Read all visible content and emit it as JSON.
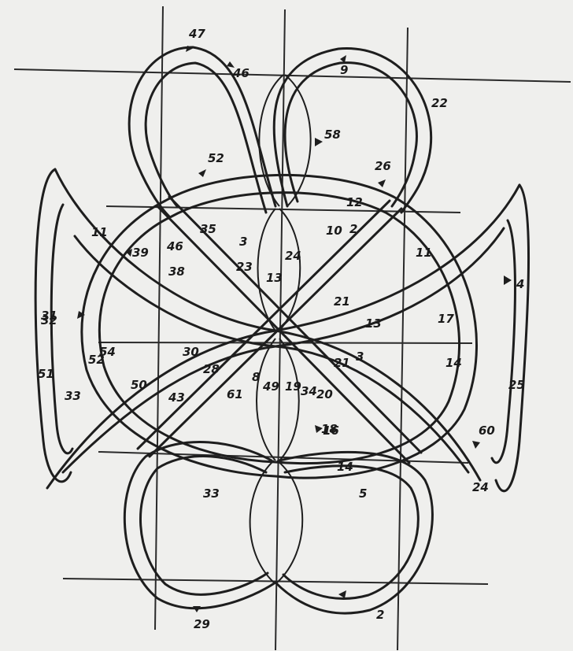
{
  "diagram": {
    "ink_color": "#1e1e1e",
    "paper_color": "#efefed",
    "grid_lines": 8,
    "labels": [
      "47",
      "46",
      "9",
      "22",
      "58",
      "52",
      "26",
      "12",
      "2",
      "35",
      "11",
      "10",
      "39",
      "46",
      "38",
      "23",
      "13",
      "24",
      "3",
      "11",
      "31",
      "21",
      "32",
      "13",
      "17",
      "4",
      "54",
      "30",
      "28",
      "21",
      "14",
      "3",
      "16",
      "51",
      "33",
      "50",
      "43",
      "49",
      "61",
      "19",
      "34",
      "20",
      "25",
      "52",
      "18",
      "8",
      "14",
      "5",
      "33",
      "24",
      "60",
      "29",
      "2"
    ]
  }
}
